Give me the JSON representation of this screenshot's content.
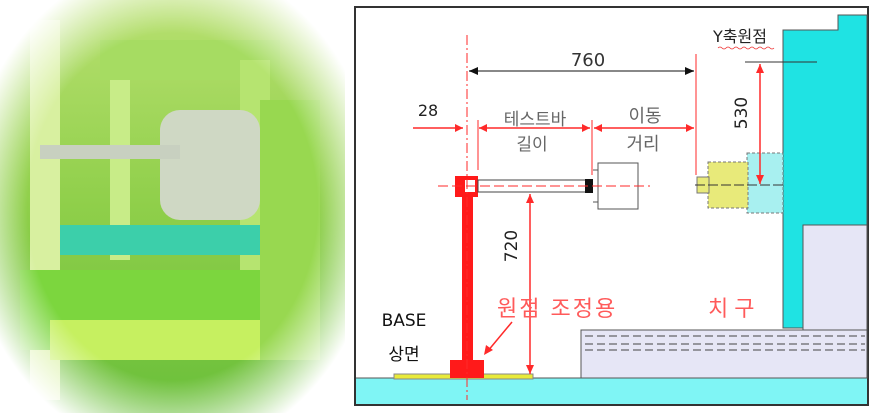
{
  "photo": {
    "subject": "machine-photo"
  },
  "diagram": {
    "dim_760": "760",
    "dim_28": "28",
    "dim_720": "720",
    "dim_530": "530",
    "testbar_line1": "테스트바",
    "testbar_line2": "길이",
    "travel_line1": "이동",
    "travel_line2": "거리",
    "y_origin": "Y축원점",
    "fixture_label_a": "원점 조정용",
    "fixture_label_b": "치구",
    "base_line1": "BASE",
    "base_line2": "상면"
  },
  "colors": {
    "red": "#ff2a2a",
    "cyan": "#1fe3e3",
    "lavender": "#e6e6f6",
    "yellow": "#e8ea7a"
  }
}
